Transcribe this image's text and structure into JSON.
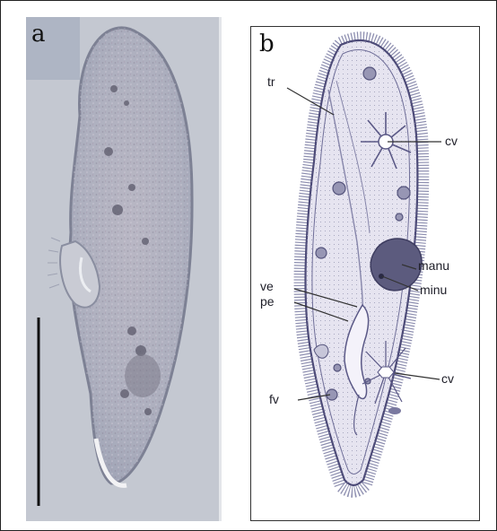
{
  "panels": {
    "a": {
      "letter": "a"
    },
    "b": {
      "letter": "b"
    }
  },
  "labels": {
    "tr": "tr",
    "cv_top": "cv",
    "manu": "manu",
    "minu": "minu",
    "ve": "ve",
    "pe": "pe",
    "cv_bottom": "cv",
    "fv": "fv"
  }
}
